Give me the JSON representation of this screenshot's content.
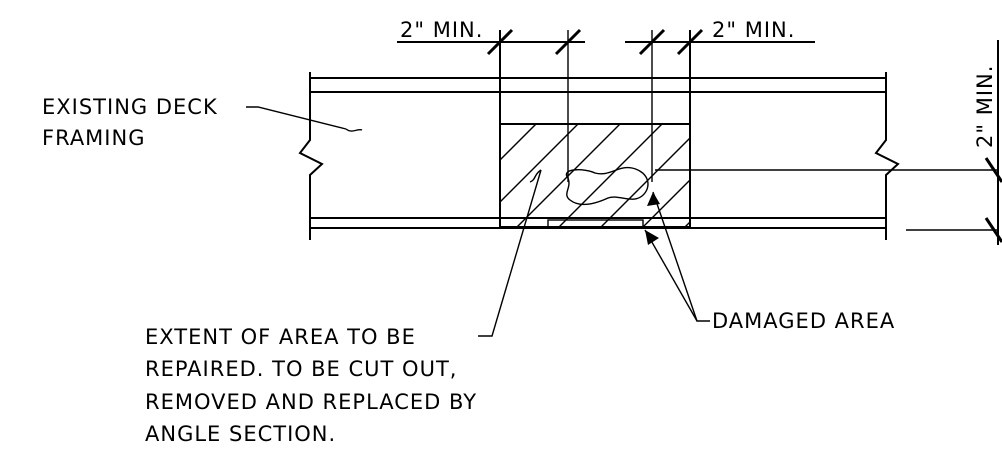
{
  "labels": {
    "dim_top_left": "2\"  MIN.",
    "dim_top_right": "2\"  MIN.",
    "dim_right": "2\"  MIN.",
    "existing_line1": "EXISTING DECK",
    "existing_line2": "FRAMING",
    "damaged_area": "DAMAGED AREA",
    "extent_line1": "EXTENT OF AREA TO BE",
    "extent_line2": "REPAIRED. TO BE CUT OUT,",
    "extent_line3": "REMOVED AND REPLACED BY",
    "extent_line4": "ANGLE SECTION."
  }
}
